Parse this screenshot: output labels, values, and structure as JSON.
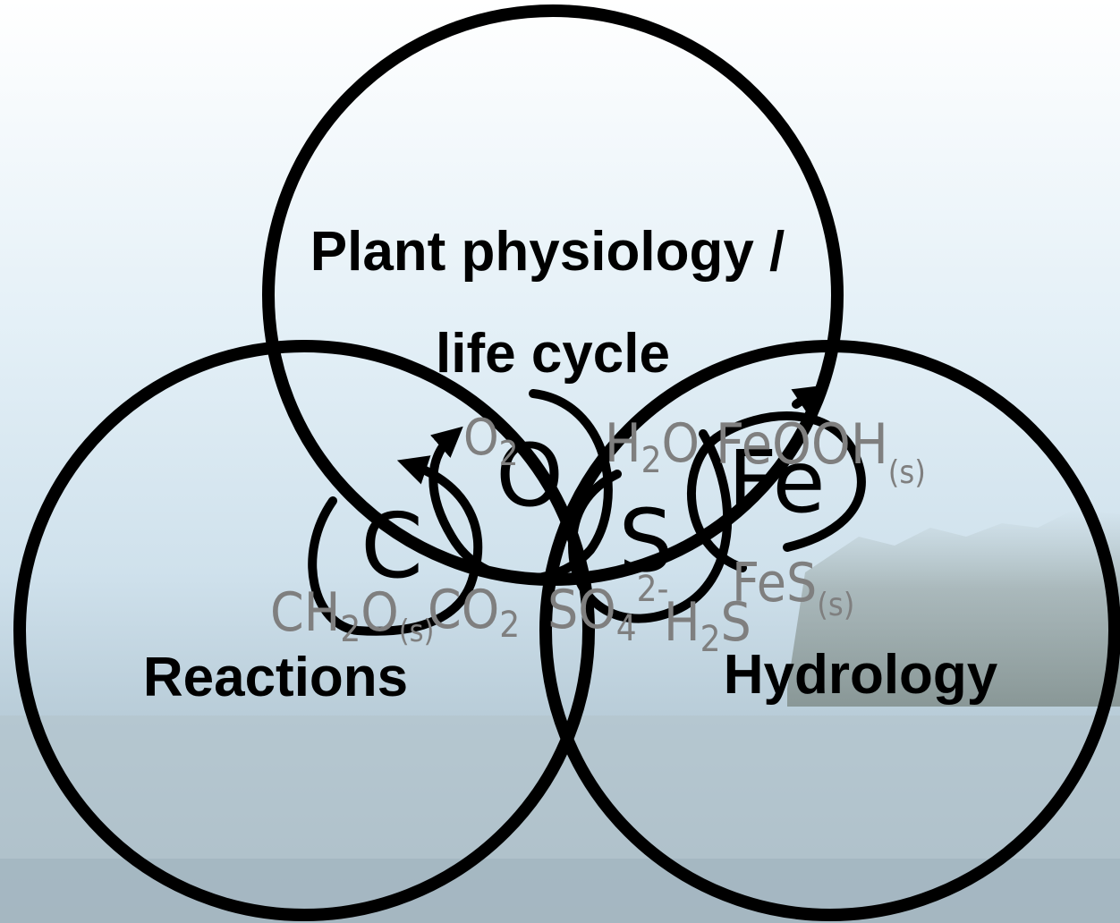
{
  "colors": {
    "sky_top": "#ffffff",
    "sky_mid": "#cfe3ef",
    "water": "#9fb7c6",
    "trees": "#7d8a86",
    "outline": "#000000",
    "species_text": "#7f7f7f"
  },
  "circles": {
    "top": {
      "label_line1": "Plant physiology /",
      "label_line2": "life cycle"
    },
    "left": {
      "label": "Reactions"
    },
    "right": {
      "label": "Hydrology"
    }
  },
  "elements": {
    "carbon": "C",
    "oxygen": "O",
    "sulfur": "S",
    "iron": "Fe"
  },
  "species": {
    "ch2o": {
      "base1": "CH",
      "sub1": "2",
      "base2": "O",
      "sub2": "(s)"
    },
    "co2": {
      "base": "CO",
      "sub": "2"
    },
    "o2": {
      "base": "O",
      "sub": "2"
    },
    "h2o": {
      "base1": "H",
      "sub1": "2",
      "base2": "O"
    },
    "feooh": {
      "base": "FeOOH",
      "sub": "(s)"
    },
    "so4": {
      "base": "SO",
      "sub": "4",
      "sup": "2-"
    },
    "h2s": {
      "base1": "H",
      "sub1": "2",
      "base2": "S"
    },
    "fes": {
      "base": "FeS",
      "sub": "(s)"
    }
  }
}
